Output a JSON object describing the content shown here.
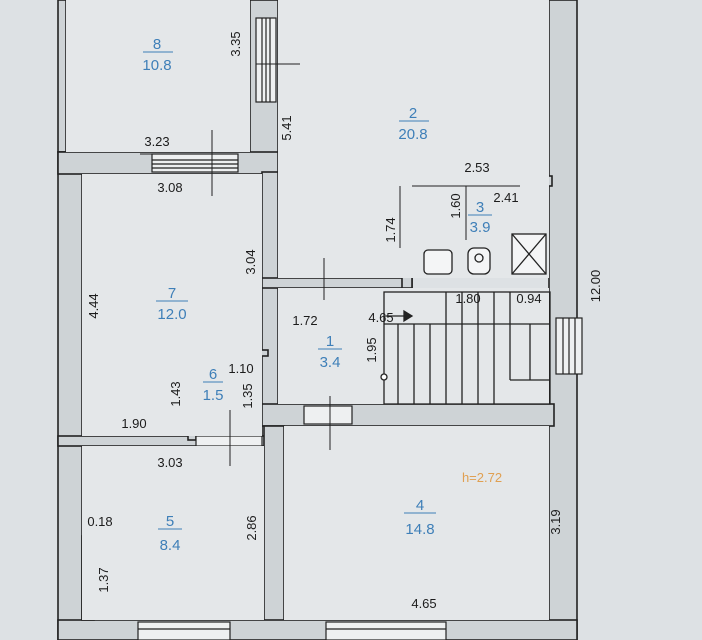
{
  "rooms": [
    {
      "number": "8",
      "area": "10.8"
    },
    {
      "number": "2",
      "area": "20.8"
    },
    {
      "number": "3",
      "area": "3.9"
    },
    {
      "number": "7",
      "area": "12.0"
    },
    {
      "number": "1",
      "area": "3.4"
    },
    {
      "number": "6",
      "area": "1.5"
    },
    {
      "number": "5",
      "area": "8.4"
    },
    {
      "number": "4",
      "area": "14.8"
    }
  ],
  "dimensions": {
    "d_3_35": "3.35",
    "d_5_41": "5.41",
    "d_3_23": "3.23",
    "d_3_08": "3.08",
    "d_2_53": "2.53",
    "d_1_60": "1.60",
    "d_2_41": "2.41",
    "d_1_74": "1.74",
    "d_3_04": "3.04",
    "d_4_44": "4.44",
    "d_12_00": "12.00",
    "d_1_72": "1.72",
    "d_4_65_stair": "4.65",
    "d_1_80": "1.80",
    "d_0_94": "0.94",
    "d_1_95": "1.95",
    "d_1_10": "1.10",
    "d_1_43": "1.43",
    "d_1_35": "1.35",
    "d_1_90": "1.90",
    "d_3_03": "3.03",
    "d_0_18": "0.18",
    "d_2_86": "2.86",
    "d_3_19": "3.19",
    "d_1_37": "1.37",
    "d_4_65_bottom": "4.65"
  },
  "notes": {
    "ceiling_height": "h=2.72"
  },
  "colors": {
    "paper": "#dde1e4",
    "wall_fill": "#ced3d6",
    "wall_line": "#222222",
    "room_label": "#3e7fb8",
    "height_note": "#e0a052"
  }
}
